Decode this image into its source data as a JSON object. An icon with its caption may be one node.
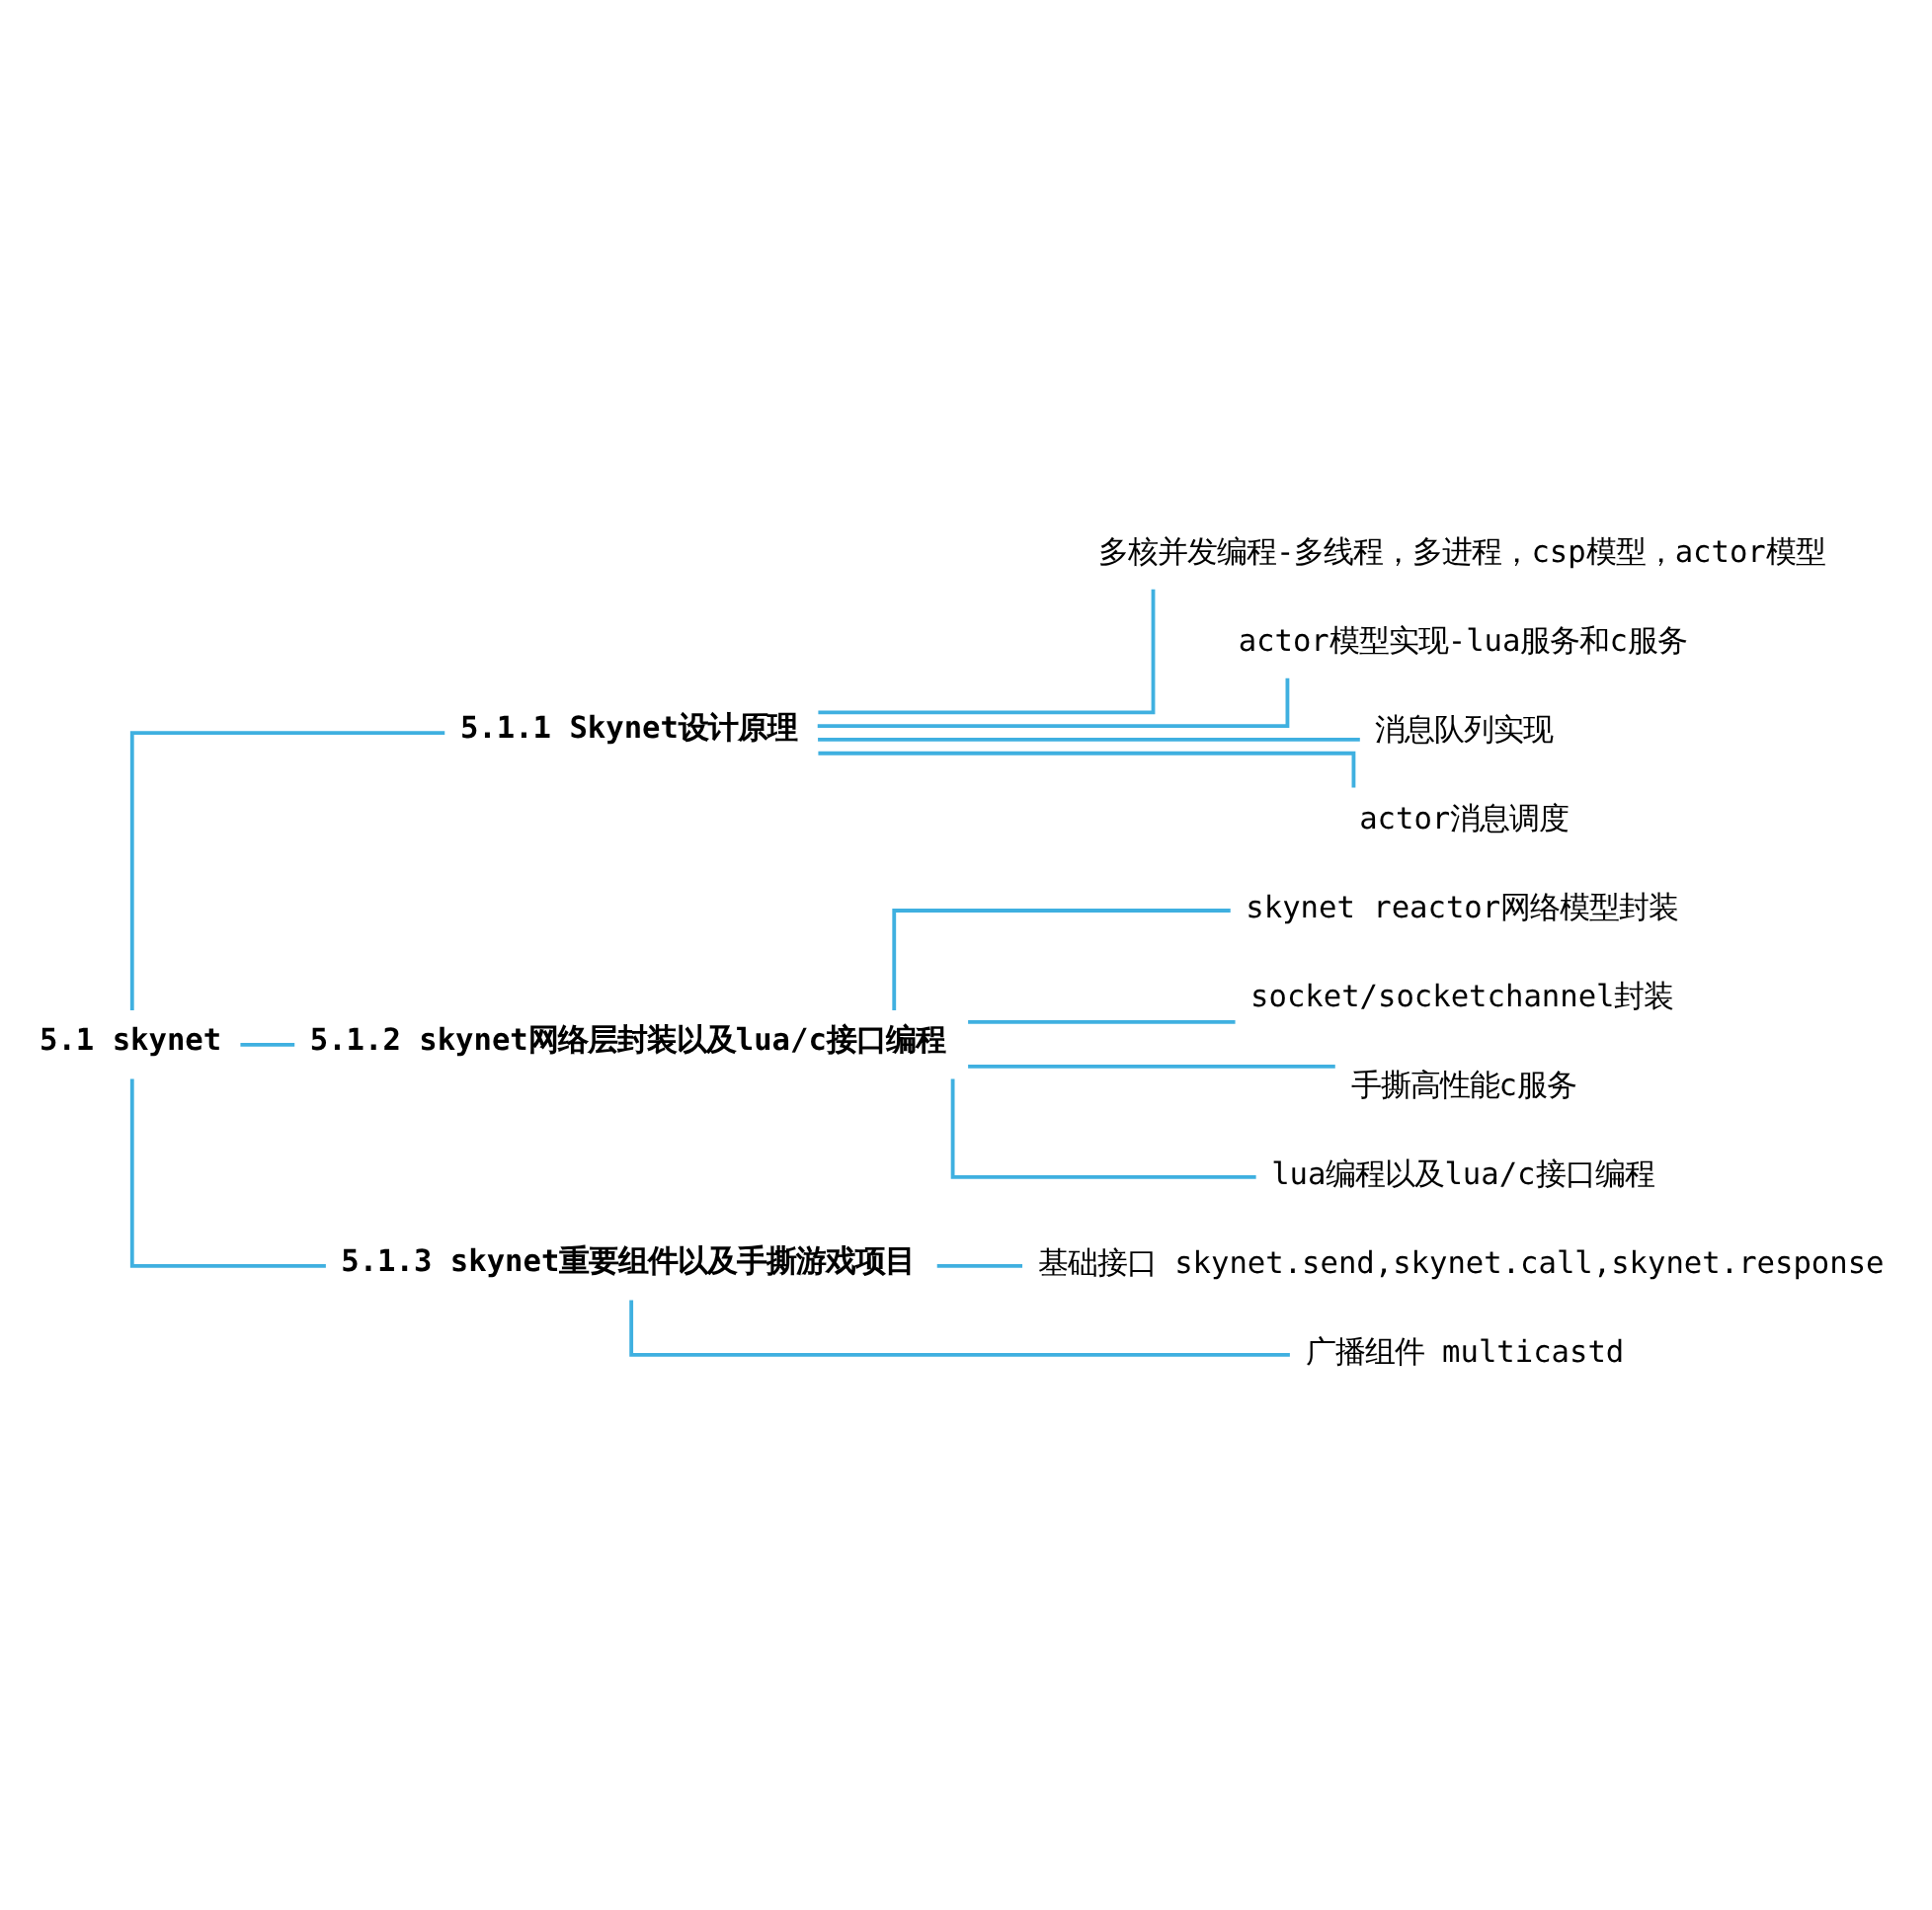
{
  "diagram": {
    "nodes": [
      {
        "text": [
          "5.1 skynet"
        ]
      },
      {
        "text": [
          "5.1.1 Skynet设计原理"
        ]
      },
      {
        "text": [
          "多核并发编程-多线程，多进程，csp模型，actor模型"
        ]
      },
      {
        "text": [
          "actor模型实现-lua服务和c服务"
        ]
      },
      {
        "text": [
          "消息队列实现"
        ]
      },
      {
        "text": [
          "actor消息调度"
        ]
      },
      {
        "text": [
          "5.1.2 skynet网络层封装以及lua/c接口编程"
        ]
      },
      {
        "text": [
          "skynet reactor网络模型封装"
        ]
      },
      {
        "text": [
          "socket/socketchannel封装"
        ]
      },
      {
        "text": [
          "手撕高性能c服务"
        ]
      },
      {
        "text": [
          "lua编程以及lua/c接口编程"
        ]
      },
      {
        "text": [
          "5.1.3 skynet重要组件以及手撕游戏项目"
        ]
      },
      {
        "text": [
          "基础接口 skynet.send,skynet.call,skynet.response"
        ]
      },
      {
        "text": [
          "广播组件 multicastd"
        ]
      }
    ],
    "edges": [
      {
        "from": 0,
        "to": 1,
        "arrow": "none"
      },
      {
        "from": 1,
        "to": 2,
        "arrow": "none"
      },
      {
        "from": 1,
        "to": 3,
        "arrow": "none"
      },
      {
        "from": 1,
        "to": 4,
        "arrow": "none"
      },
      {
        "from": 1,
        "to": 5,
        "arrow": "none"
      },
      {
        "from": 0,
        "to": 6,
        "arrow": "none"
      },
      {
        "from": 6,
        "to": 7,
        "arrow": "none"
      },
      {
        "from": 6,
        "to": 8,
        "arrow": "none"
      },
      {
        "from": 6,
        "to": 9,
        "arrow": "none"
      },
      {
        "from": 6,
        "to": 10,
        "arrow": "none"
      },
      {
        "from": 0,
        "to": 11,
        "arrow": "none"
      },
      {
        "from": 11,
        "to": 12,
        "arrow": "none"
      },
      {
        "from": 11,
        "to": 13,
        "arrow": "none"
      }
    ]
  }
}
